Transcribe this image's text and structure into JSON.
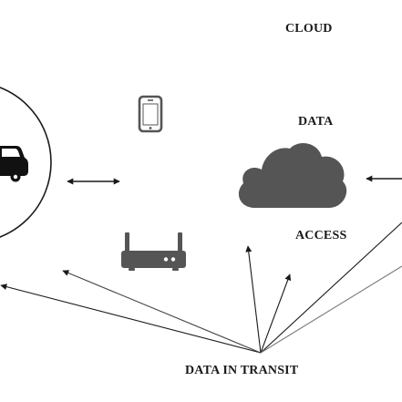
{
  "labels": {
    "cloud": "CLOUD",
    "data": "DATA",
    "access": "ACCESS",
    "data_in_transit": "DATA IN TRANSIT"
  },
  "icons": {
    "vehicle": "car-icon",
    "phone": "smartphone-icon",
    "router": "wifi-router-icon",
    "cloud": "cloud-icon"
  },
  "colors": {
    "line": "#1a1a1a",
    "icon_fill": "#555555",
    "phone_stroke": "#555555",
    "background": "#ffffff"
  }
}
